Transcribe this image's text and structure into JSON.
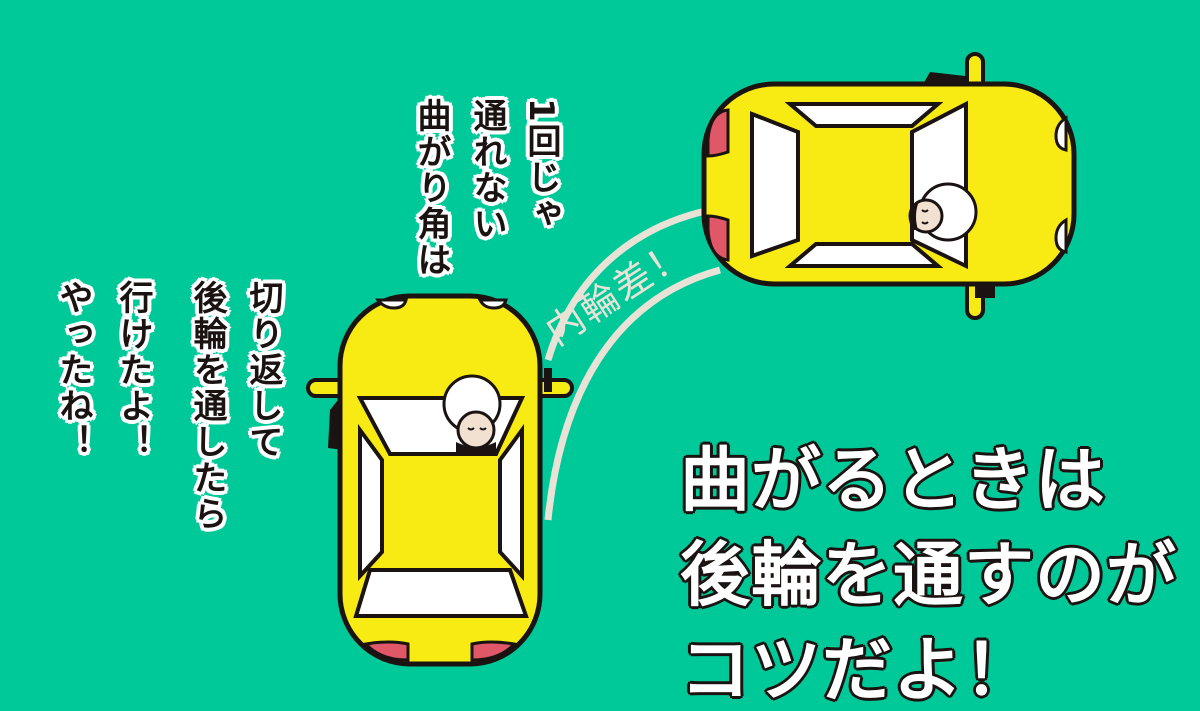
{
  "colors": {
    "background": "#00c999",
    "car_body": "#f8eb14",
    "car_outline": "#1a1311",
    "window": "#ffffff",
    "tail_light": "#e05868",
    "path_line": "#e8e3d6",
    "text_dark": "#1a1311",
    "text_outline": "#ffffff"
  },
  "top_text_columns": [
    "1回じゃ",
    "通れない",
    "曲がり角は"
  ],
  "left_text_columns": [
    "切り返して",
    "後輪を通したら",
    "行けたよ！",
    "やったね！"
  ],
  "path_label": "内輪差！",
  "headline": {
    "line1": "曲がるときは",
    "line2": "後輪を通すのが",
    "line3": "コツだよ！"
  },
  "cars": [
    {
      "name": "car-top-right",
      "orientation": "facing-right"
    },
    {
      "name": "car-bottom-left",
      "orientation": "facing-up"
    }
  ]
}
